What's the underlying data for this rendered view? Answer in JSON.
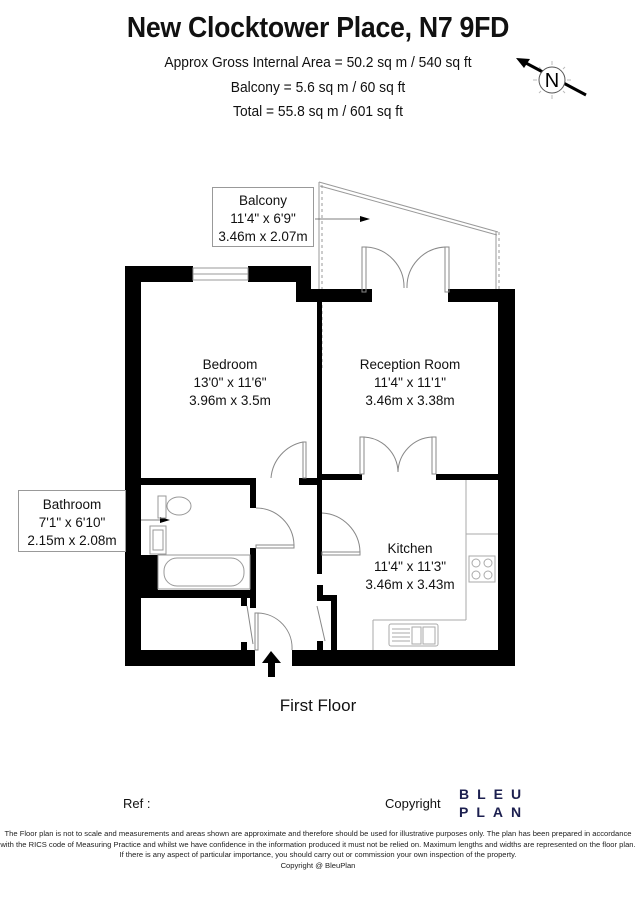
{
  "header": {
    "title": "New Clocktower Place, N7 9FD",
    "gross_internal_area": "Approx Gross Internal Area = 50.2 sq m / 540 sq ft",
    "balcony_area": "Balcony = 5.6 sq m / 60 sq ft",
    "total_area": "Total = 55.8 sq m / 601 sq ft"
  },
  "compass": {
    "label": "N",
    "icon": "north-arrow-icon"
  },
  "rooms": {
    "balcony": {
      "name": "Balcony",
      "imperial": "11'4\" x 6'9\"",
      "metric": "3.46m x 2.07m"
    },
    "bedroom": {
      "name": "Bedroom",
      "imperial": "13'0\" x 11'6\"",
      "metric": "3.96m x 3.5m"
    },
    "reception": {
      "name": "Reception Room",
      "imperial": "11'4\" x 11'1\"",
      "metric": "3.46m x 3.38m"
    },
    "bathroom": {
      "name": "Bathroom",
      "imperial": "7'1\" x 6'10\"",
      "metric": "2.15m x 2.08m"
    },
    "kitchen": {
      "name": "Kitchen",
      "imperial": "11'4\" x 11'3\"",
      "metric": "3.46m x 3.43m"
    }
  },
  "floor_label": "First Floor",
  "footer": {
    "ref_label": "Ref  :",
    "copyright_label": "Copyright",
    "logo_line1": "BLEU",
    "logo_line2": "PLAN",
    "logo_color": "#1c1f4f",
    "disclaimer": [
      "The Floor plan is not to scale and measurements and areas shown are approximate and therefore should be used for illustrative purposes only. The plan has been prepared in accordance",
      "with the RICS code of Measuring Practice and whilst we have confidence in the information produced it must not be relied on. Maximum lengths and widths are represented on the floor plan.",
      "If there is any aspect of particular importance, you should carry out or commission your own inspection of the property.",
      "Copyright @ BleuPlan"
    ]
  }
}
